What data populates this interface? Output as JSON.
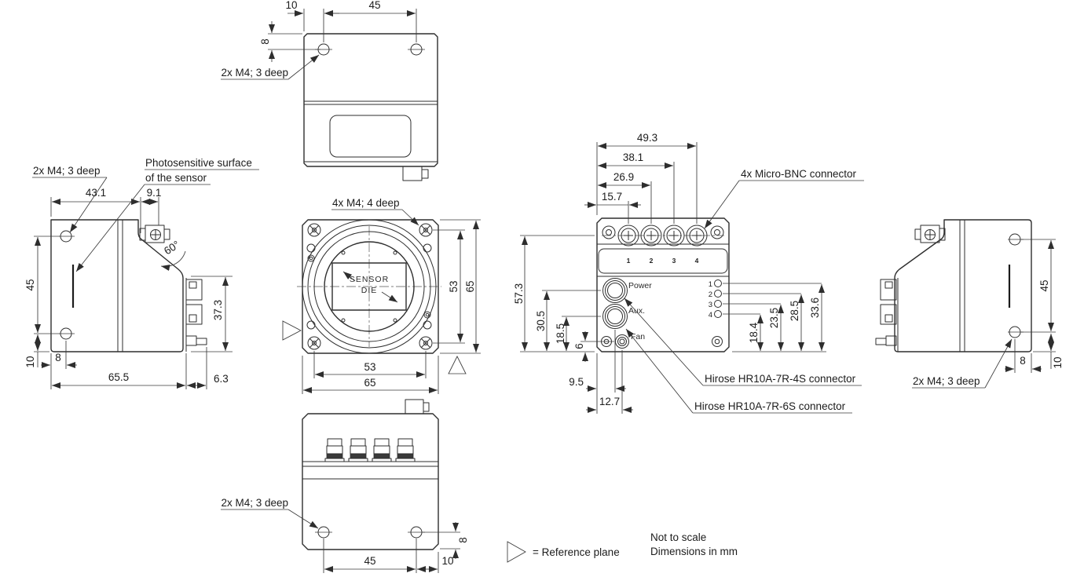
{
  "legend": {
    "reference_plane": "= Reference plane",
    "not_to_scale": "Not to scale",
    "units": "Dimensions in mm"
  },
  "views": {
    "top": {
      "labels": {
        "thread": "2x M4; 3 deep"
      },
      "dims": {
        "d10": "10",
        "d45": "45",
        "d8": "8"
      }
    },
    "left": {
      "labels": {
        "thread": "2x M4; 3 deep",
        "photosensitive_1": "Photosensitive surface",
        "photosensitive_2": "of the sensor"
      },
      "dims": {
        "d43_1": "43.1",
        "d9_1": "9.1",
        "d60": "60°",
        "d45": "45",
        "d37_3": "37.3",
        "d10": "10",
        "d8": "8",
        "d65_5": "65.5",
        "d6_3": "6.3"
      }
    },
    "front": {
      "labels": {
        "thread": "4x M4; 4 deep",
        "sensor_1": "SENSOR",
        "sensor_2": "DIE"
      },
      "dims": {
        "d53_v": "53",
        "d65_v": "65",
        "d53_h": "53",
        "d65_h": "65"
      }
    },
    "rear": {
      "labels": {
        "bnc": "4x Micro-BNC connector",
        "power": "Power",
        "aux": "Aux.",
        "fan": "Fan",
        "hirose4s": "Hirose HR10A-7R-4S connector",
        "hirose6s": "Hirose HR10A-7R-6S connector"
      },
      "ports": [
        "1",
        "2",
        "3",
        "4"
      ],
      "leds": [
        "1",
        "2",
        "3",
        "4"
      ],
      "dims": {
        "d49_3": "49.3",
        "d38_1": "38.1",
        "d26_9": "26.9",
        "d15_7": "15.7",
        "d57_3": "57.3",
        "d30_5": "30.5",
        "d18_5": "18.5",
        "d6": "6",
        "d9_5": "9.5",
        "d12_7": "12.7",
        "d18_4": "18.4",
        "d23_5": "23.5",
        "d28_5": "28.5",
        "d33_6": "33.6"
      }
    },
    "right": {
      "labels": {
        "thread": "2x M4; 3 deep"
      },
      "dims": {
        "d45": "45",
        "d8": "8",
        "d10": "10"
      }
    },
    "bottom": {
      "labels": {
        "thread": "2x M4; 3 deep"
      },
      "dims": {
        "d45": "45",
        "d10": "10",
        "d8": "8"
      }
    }
  }
}
